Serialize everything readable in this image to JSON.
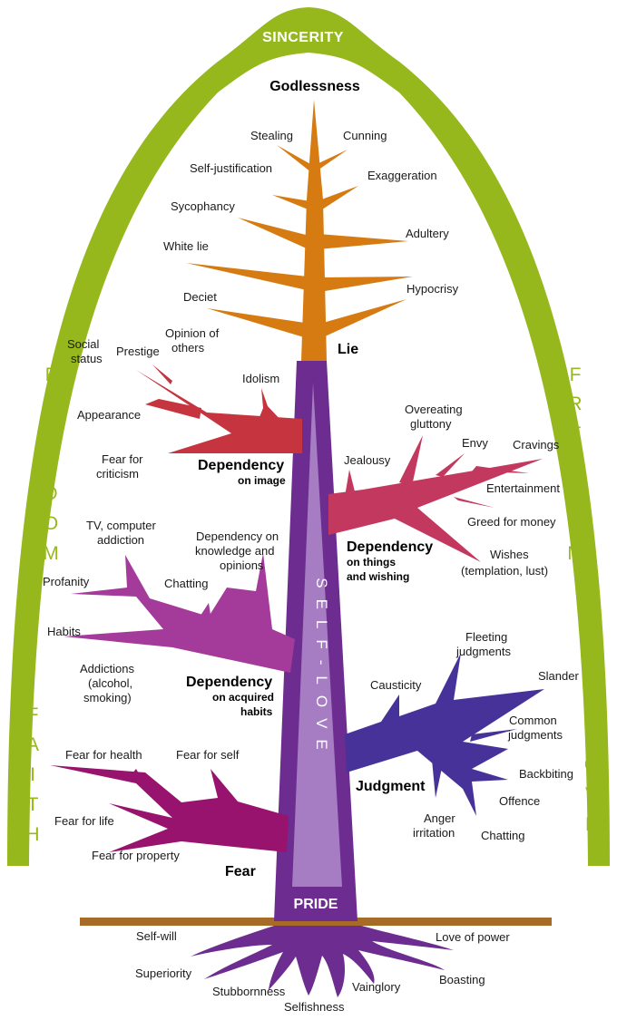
{
  "colors": {
    "arch": "#96b81d",
    "lie": "#d67b12",
    "image": "#c5343f",
    "things": "#c2385e",
    "habits": "#a43b9b",
    "judgment": "#47329a",
    "fear": "#98136e",
    "trunk": "#6d2c8f",
    "trunk_inner": "#a67cc3",
    "ground": "#a66b26",
    "roots": "#6d2c8f"
  },
  "arch": {
    "title": "SINCERITY"
  },
  "sides": {
    "left_upper": "FREEDOM",
    "left_lower": "FAITH",
    "right_upper": "FREEDOM",
    "right_lower": "LOVE"
  },
  "trunk": {
    "inner_label": "SELF-LOVE",
    "base_label": "PRIDE"
  },
  "top": {
    "label": "Godlessness"
  },
  "lie": {
    "title": "Lie",
    "items": [
      "Stealing",
      "Cunning",
      "Self-justification",
      "Exaggeration",
      "Sycophancy",
      "Adultery",
      "White lie",
      "Hypocrisy",
      "Deciet"
    ]
  },
  "image": {
    "title": "Dependency",
    "subtitle": "on image",
    "items": [
      "Social",
      "status",
      "Prestige",
      "Opinion of",
      "others",
      "Idolism",
      "Appearance",
      "Fear for",
      "criticism"
    ]
  },
  "things": {
    "title": "Dependency",
    "subtitle_1": "on things",
    "subtitle_2": "and wishing",
    "items": [
      "Overeating",
      "gluttony",
      "Envy",
      "Cravings",
      "Jealousy",
      "Entertainment",
      "Greed for money",
      "Wishes",
      "(templation, lust)"
    ]
  },
  "habits": {
    "title": "Dependency",
    "subtitle_1": "on acquired",
    "subtitle_2": "habits",
    "items": [
      "TV, computer",
      "addiction",
      "Dependency on",
      "knowledge and",
      "opinions",
      "Profanity",
      "Chatting",
      "Habits",
      "Addictions",
      "(alcohol,",
      "smoking)"
    ]
  },
  "judgment": {
    "title": "Judgment",
    "items": [
      "Fleeting",
      "judgments",
      "Causticity",
      "Slander",
      "Common",
      "judgments",
      "Backbiting",
      "Offence",
      "Anger",
      "irritation",
      "Chatting"
    ]
  },
  "fear": {
    "title": "Fear",
    "items": [
      "Fear for health",
      "Fear for self",
      "Fear for life",
      "Fear for property"
    ]
  },
  "roots": {
    "items": [
      "Self-will",
      "Love of power",
      "Superiority",
      "Boasting",
      "Stubbornness",
      "Vainglory",
      "Selfishness"
    ]
  }
}
